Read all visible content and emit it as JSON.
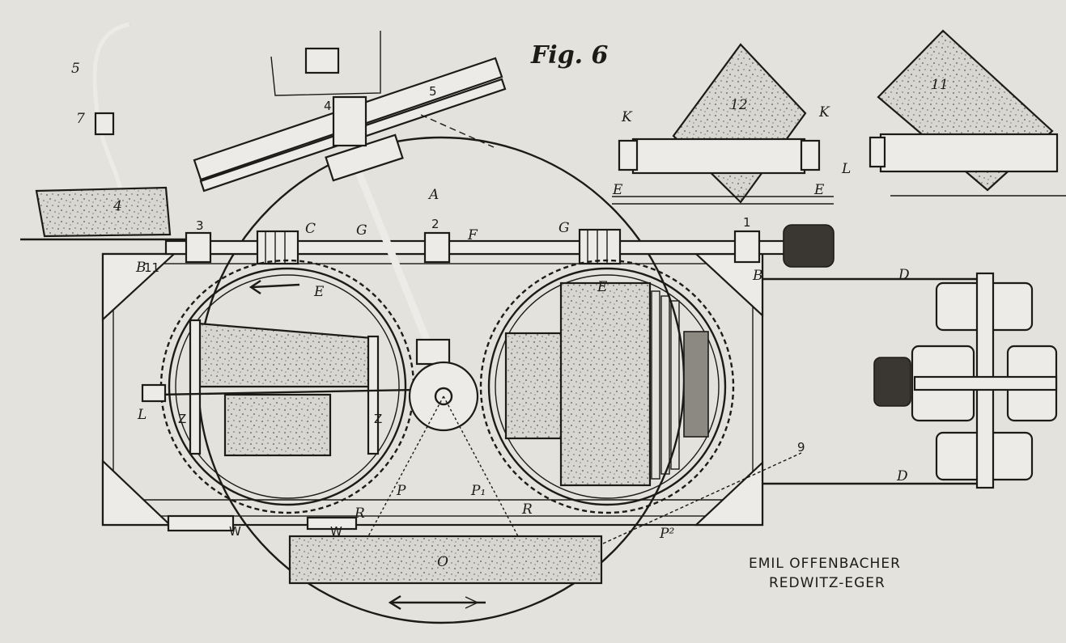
{
  "figure": {
    "title": "Fig. 6",
    "credit_line1": "EMIL OFFENBACHER",
    "credit_line2": "REDWITZ-EGER"
  },
  "parts": {
    "A": "A",
    "B_left": "B",
    "B_right": "B",
    "C": "C",
    "D_top": "D",
    "D_bottom": "D",
    "E_gear_left": "E",
    "E_gear_right": "E",
    "E_detail_left": "E",
    "E_detail_right": "E",
    "F": "F",
    "G_left": "G",
    "G_right": "G",
    "K_left": "K",
    "K_right": "K",
    "L_main": "L",
    "L_detail": "L",
    "O": "O",
    "P": "P",
    "P1": "P₁",
    "P2": "P²",
    "R_left": "R",
    "R_right": "R",
    "Z_left": "Z",
    "Z_right": "Z",
    "W_left": "W",
    "W_right": "W",
    "n1": "1",
    "n2": "2",
    "n3": "3",
    "n4_tool": "4",
    "n4_arm": "4",
    "n5_tool": "5",
    "n5_arm": "5",
    "n7": "7",
    "n9": "9",
    "n11_stone": "11",
    "n11_corner": "11",
    "n12": "12"
  }
}
